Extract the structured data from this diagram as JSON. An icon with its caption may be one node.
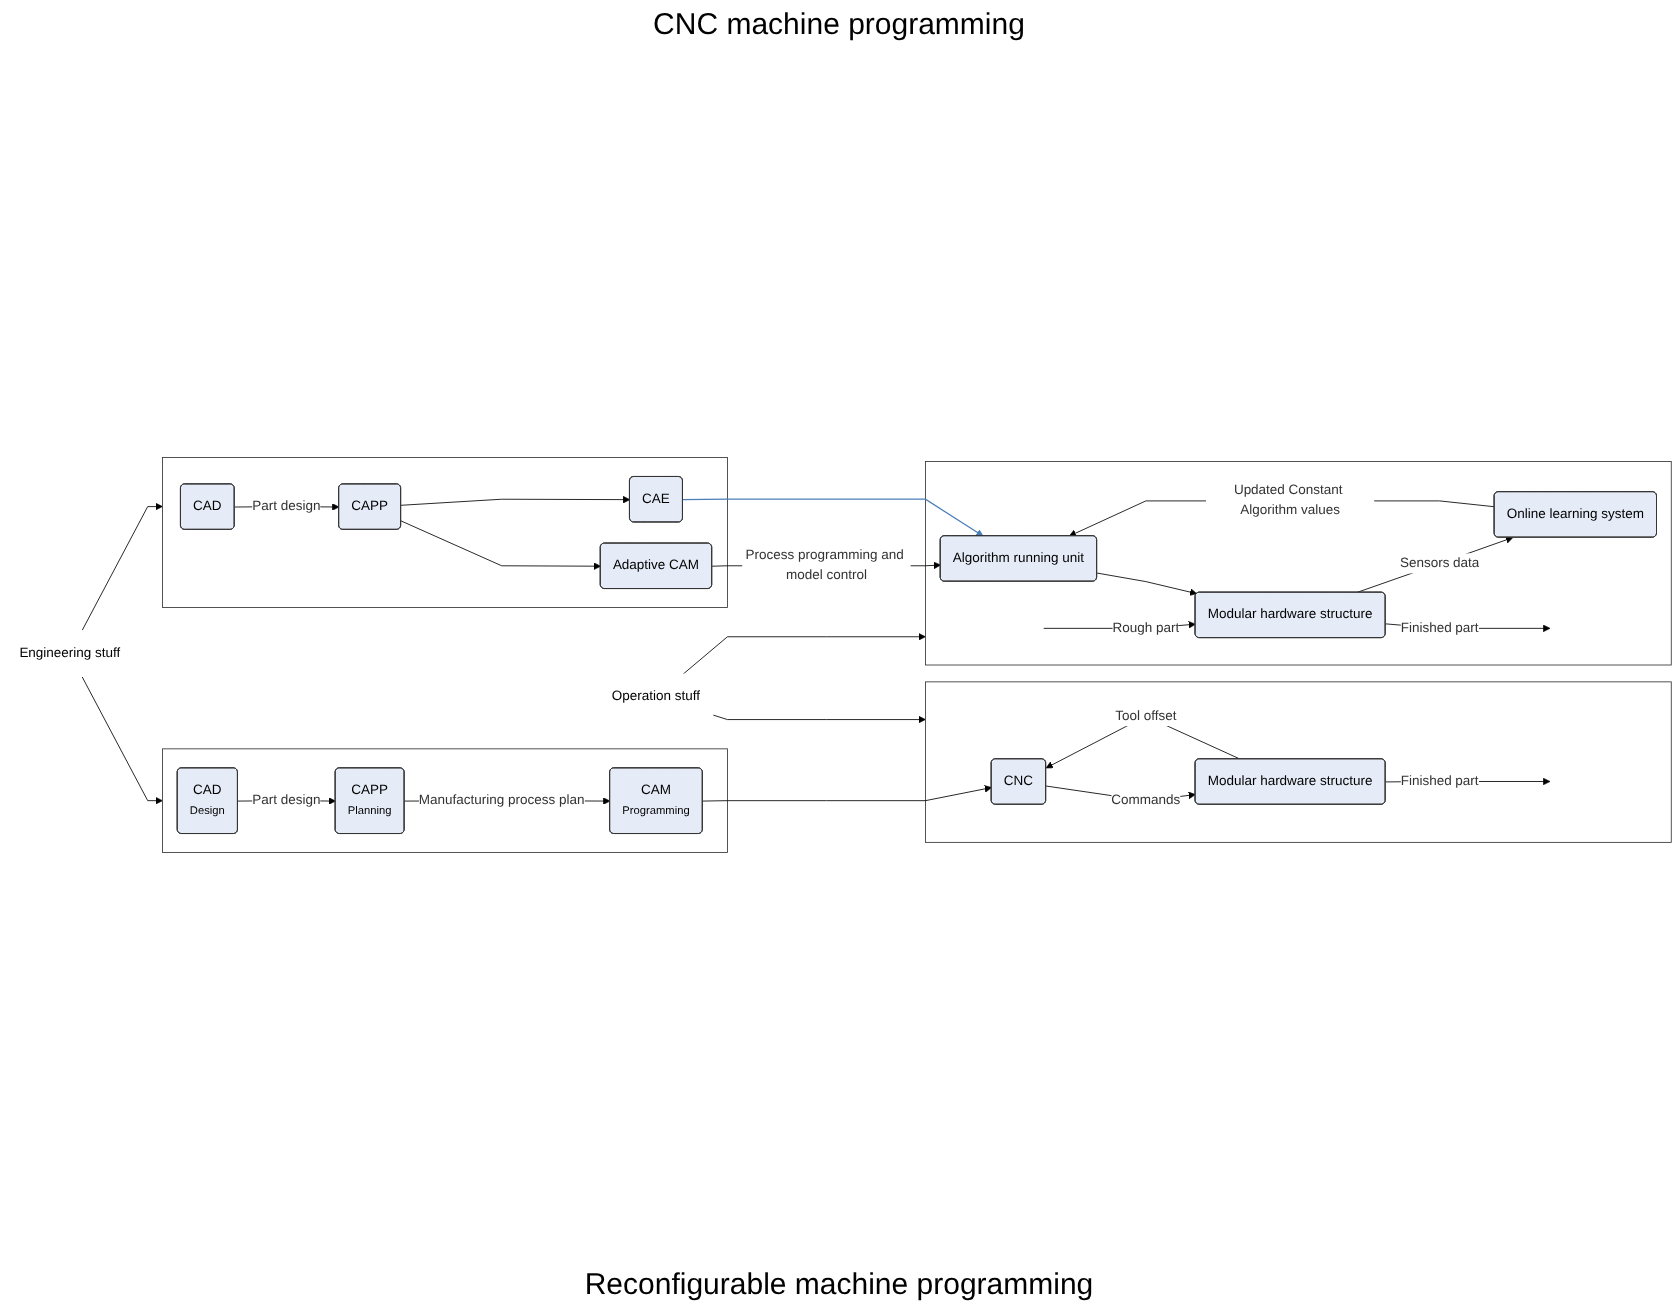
{
  "diagram": {
    "title": "CNC machine programming",
    "caption": "Reconfigurable machine programming",
    "nodes": [
      {
        "text": [],
        "shape": "box"
      },
      {
        "text": [
          "CAD",
          "Design"
        ],
        "in": 0
      },
      {
        "text": [
          "CAPP",
          "Planning"
        ],
        "in": 0
      },
      {
        "text": [
          "CAM",
          "Programming"
        ],
        "in": 0
      },
      {
        "text": [],
        "shape": "box"
      },
      {
        "text": [
          "CNC"
        ],
        "in": 4
      },
      {
        "text": [
          "Modular hardware structure"
        ],
        "in": 4
      },
      {
        "text": [
          "Engineering stuff"
        ]
      },
      {
        "text": [
          "Operation stuff"
        ]
      },
      {
        "text": [],
        "shape": "box"
      },
      {
        "text": [
          "CAD"
        ],
        "in": 9
      },
      {
        "text": [
          "CAPP"
        ],
        "in": 9
      },
      {
        "text": [
          "Adaptive CAM"
        ],
        "in": 9
      },
      {
        "text": [
          "CAE"
        ],
        "in": 9
      },
      {
        "text": [],
        "shape": "box"
      },
      {
        "text": [
          "Algorithm running unit"
        ],
        "in": 14
      },
      {
        "text": [
          "Modular hardware structure"
        ],
        "in": 14
      },
      {
        "text": [
          "Online learning system"
        ],
        "in": 14
      }
    ],
    "edges": [
      {
        "from": 1,
        "to": 2,
        "arrow": "to",
        "label": "Part design"
      },
      {
        "from": 2,
        "to": 3,
        "arrow": "to",
        "label": "Manufacturing process plan"
      },
      {
        "from": 3,
        "to": 5,
        "arrow": "to"
      },
      {
        "from": 5,
        "to": 6,
        "arrow": "to",
        "label": "Commands"
      },
      {
        "from": 6,
        "to": null,
        "arrow": "to",
        "label": "Finished part"
      },
      {
        "from": 6,
        "to": 5,
        "arrow": "to",
        "label": "Tool offset"
      },
      {
        "from": 7,
        "to": 0,
        "arrow": "to"
      },
      {
        "from": 7,
        "to": 9,
        "arrow": "to"
      },
      {
        "from": 8,
        "to": 4,
        "arrow": "to"
      },
      {
        "from": 8,
        "to": 14,
        "arrow": "to"
      },
      {
        "from": 10,
        "to": 11,
        "arrow": "to",
        "label": "Part design"
      },
      {
        "from": 11,
        "to": 12,
        "arrow": "to"
      },
      {
        "from": 11,
        "to": 13,
        "arrow": "to"
      },
      {
        "from": 12,
        "to": 15,
        "arrow": "to",
        "label": "Process programming and model control"
      },
      {
        "from": 13,
        "to": 15,
        "arrow": "to",
        "color": "#4a7ebb"
      },
      {
        "from": null,
        "to": 16,
        "arrow": "to",
        "label": "Rough part"
      },
      {
        "from": 15,
        "to": 16,
        "arrow": "to"
      },
      {
        "from": 16,
        "to": null,
        "arrow": "to",
        "label": "Finished part"
      },
      {
        "from": 16,
        "to": 17,
        "arrow": "to",
        "label": "Sensors data"
      },
      {
        "from": 17,
        "to": 15,
        "arrow": "to",
        "label": "Updated Constant Algorithm values"
      }
    ]
  }
}
